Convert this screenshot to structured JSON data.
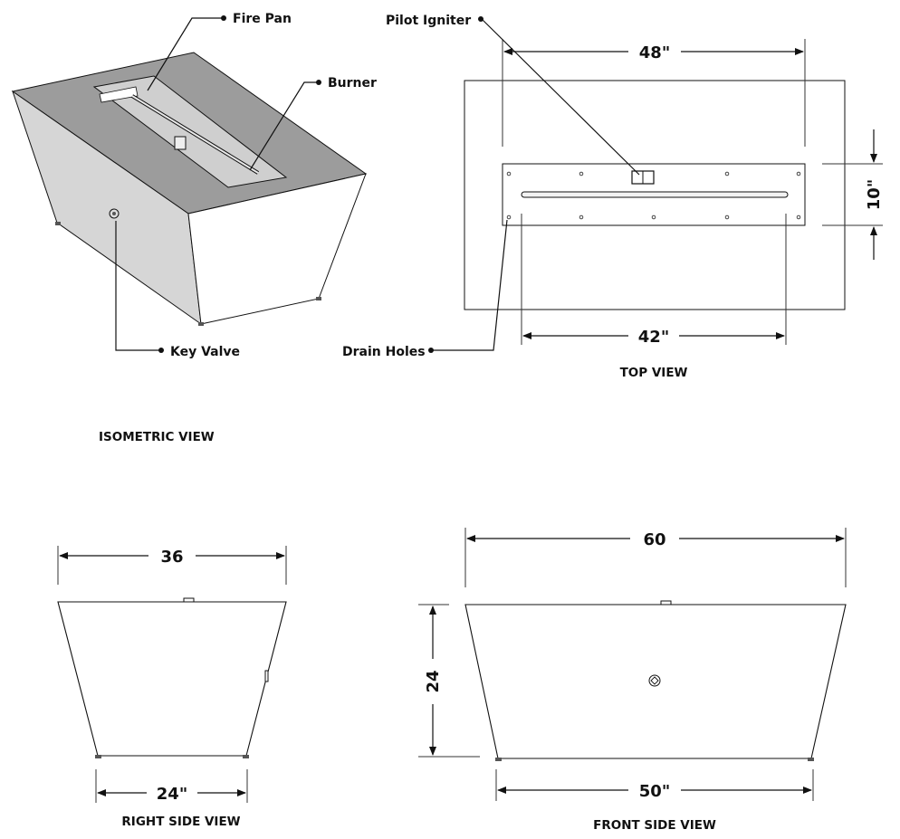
{
  "callouts": {
    "fire_pan": "Fire Pan",
    "burner": "Burner",
    "key_valve": "Key Valve",
    "pilot_igniter": "Pilot Igniter",
    "drain_holes": "Drain Holes"
  },
  "views": {
    "isometric": "ISOMETRIC VIEW",
    "top": "TOP VIEW",
    "right_side": "RIGHT SIDE VIEW",
    "front_side": "FRONT SIDE VIEW"
  },
  "dimensions": {
    "top_overall_width": "48\"",
    "top_pan_depth": "10\"",
    "top_burner_length": "42\"",
    "side_top_width": "36",
    "side_bottom_width": "24\"",
    "front_top_width": "60",
    "front_height": "24",
    "front_bottom_width": "50\""
  },
  "colors": {
    "line": "#111111",
    "face_light": "#ffffff",
    "face_mid": "#d9d9d9",
    "face_dark": "#a9a9a9",
    "face_top": "#9a9a9a"
  }
}
